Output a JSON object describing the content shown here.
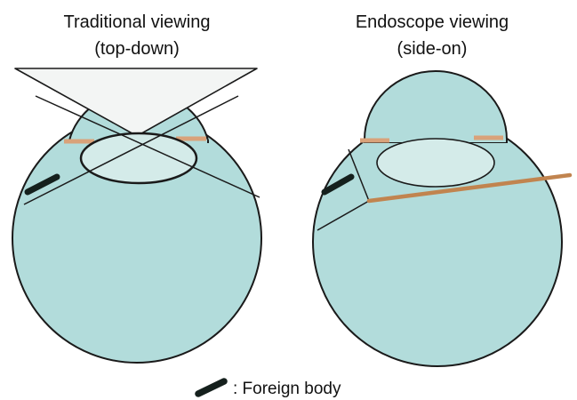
{
  "left_panel": {
    "title_line1": "Traditional viewing",
    "title_line2": "(top-down)"
  },
  "right_panel": {
    "title_line1": "Endoscope viewing",
    "title_line2": "(side-on)"
  },
  "legend": {
    "label": ": Foreign body"
  },
  "colors": {
    "eye_fill": "#b2dcdb",
    "lens_fill": "#d4ebe9",
    "view_cone_fill": "#f3f5f4",
    "ciliary_accent": "#d9a27a",
    "endoscope_probe": "#c1844f",
    "foreign_body": "#15201d",
    "outline": "#1a1a1a"
  }
}
